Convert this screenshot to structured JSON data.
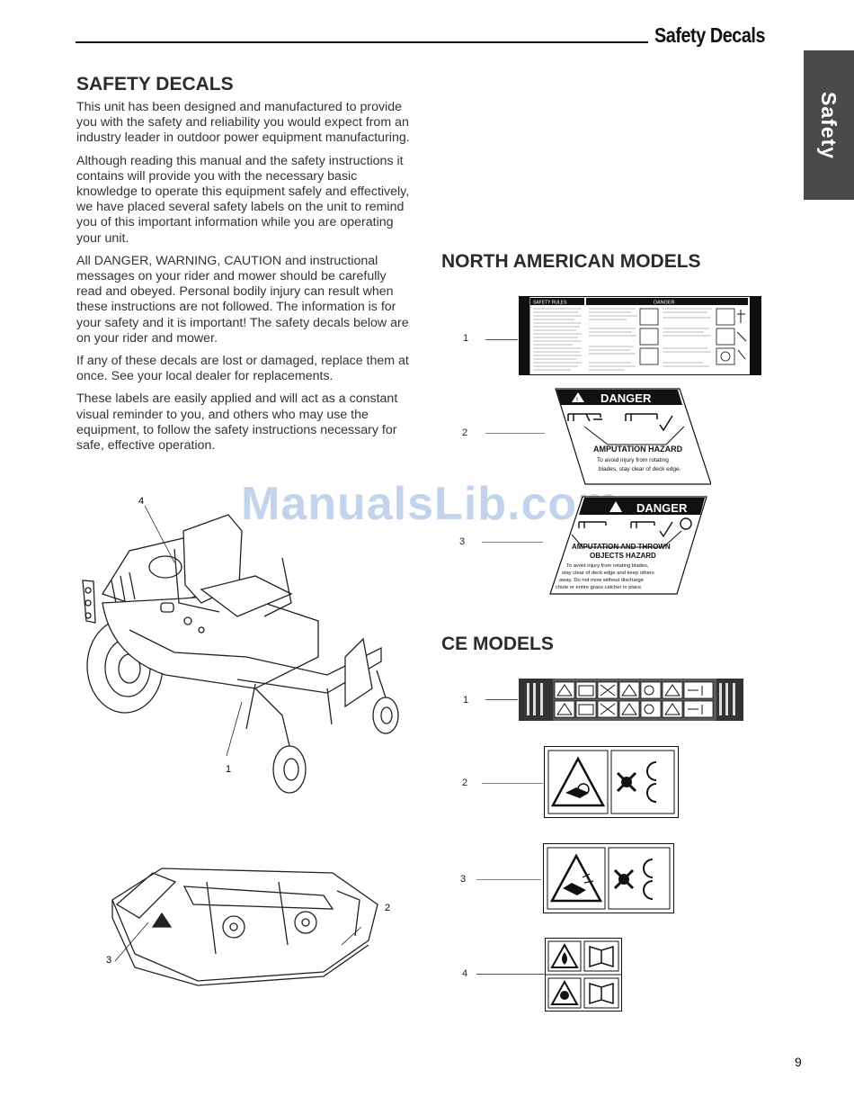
{
  "header": {
    "title": "Safety Decals",
    "side_tab": "Safety"
  },
  "intro": {
    "heading": "SAFETY DECALS",
    "paragraphs": [
      "This unit has been designed and manufactured to provide you with the safety and reliability you would expect from an industry leader in outdoor power equipment manufacturing.",
      "Although reading this manual and the safety instructions it contains will provide you with the necessary basic knowledge to operate this equipment safely and effectively, we have placed several safety labels on the unit to remind you of this important information while you are operating your unit.",
      "All DANGER, WARNING, CAUTION and instructional messages on your rider and mower should be carefully read and obeyed. Personal bodily injury can result when these instructions are not followed. The information is for your safety and it is important! The safety decals below are on your rider and mower.",
      "If any of these decals are lost or damaged, replace them at once. See your local dealer for replacements.",
      "These labels are easily applied and will act as a constant visual reminder to you, and others who may use the equipment, to follow the safety instructions necessary for safe, effective operation."
    ]
  },
  "north_american": {
    "heading": "NORTH AMERICAN MODELS",
    "callouts": [
      "1",
      "2",
      "3"
    ],
    "decal1": {
      "left_title": "SAFETY RULES",
      "right_title": "DANGER"
    },
    "decal2": {
      "banner": "DANGER",
      "hazard": "AMPUTATION HAZARD",
      "lines": [
        "To avoid injury from rotating",
        "blades, stay clear of deck edge."
      ]
    },
    "decal3": {
      "banner": "DANGER",
      "hazard_lines": [
        "AMPUTATION AND THROWN",
        "OBJECTS HAZARD"
      ],
      "lines": [
        "To avoid injury from rotating blades,",
        "stay clear of deck edge and keep others",
        "away. Do not mow without discharge",
        "chute or entire grass catcher in place."
      ]
    }
  },
  "ce": {
    "heading": "CE MODELS",
    "callouts": [
      "1",
      "2",
      "3",
      "4"
    ]
  },
  "illustration": {
    "mower_callouts": [
      "4",
      "1"
    ],
    "deck_callouts": [
      "2",
      "3"
    ]
  },
  "watermark": "ManualsLib.com",
  "page_number": "9"
}
